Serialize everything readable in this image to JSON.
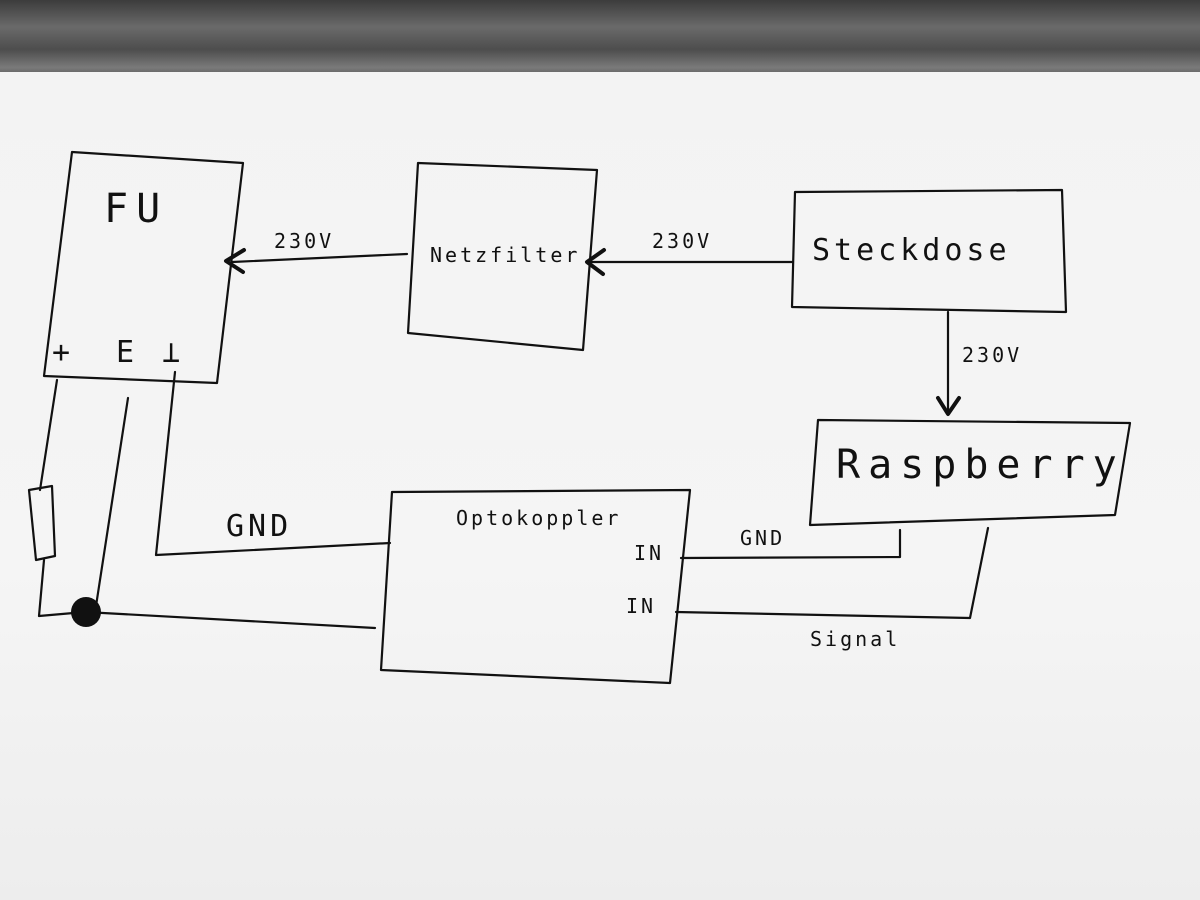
{
  "blocks": {
    "fu": {
      "title": "FU",
      "terminals": [
        "+",
        "E",
        "⊥"
      ]
    },
    "netzfilter": {
      "title": "Netzfilter"
    },
    "steckdose": {
      "title": "Steckdose"
    },
    "raspberry": {
      "title": "Raspberry"
    },
    "optokoppler": {
      "title": "Optokoppler",
      "pin_gnd": "IN",
      "pin_signal": "IN"
    }
  },
  "wires": {
    "netzfilter_to_fu": "230V",
    "steckdose_to_netzfilter": "230V",
    "steckdose_to_raspberry": "230V",
    "fu_gnd": "GND",
    "raspberry_gnd": "GND",
    "raspberry_signal": "Signal"
  }
}
